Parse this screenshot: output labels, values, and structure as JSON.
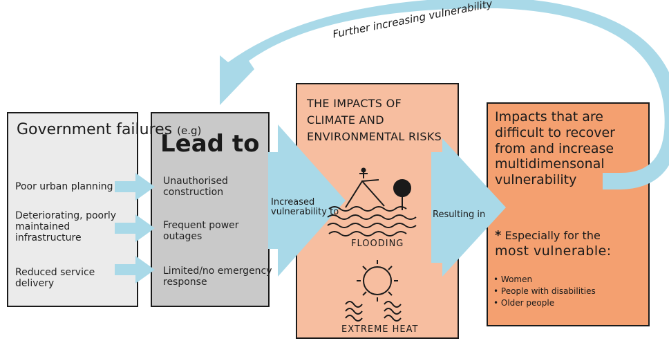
{
  "colors": {
    "arrow": "#a9d9e8",
    "gov_box": "#ebebeb",
    "lead_box": "#c9c9c9",
    "impacts_box": "#f7bea0",
    "result_box": "#f4a070"
  },
  "feedback": {
    "label": "Further increasing vulnerability"
  },
  "government": {
    "title": "Government failures",
    "eg": "(e.g)",
    "items": [
      [
        "Poor urban planning"
      ],
      [
        "Deteriorating, poorly",
        "maintained",
        "infrastructure"
      ],
      [
        "Reduced service",
        "delivery"
      ]
    ]
  },
  "lead": {
    "title": "Lead to",
    "items": [
      [
        "Unauthorised",
        "construction"
      ],
      [
        "Frequent power",
        "outages"
      ],
      [
        "Limited/no emergency",
        "response"
      ]
    ]
  },
  "connector1": [
    "Increased",
    "vulnerability to"
  ],
  "impacts": {
    "title": [
      "THE IMPACTS OF",
      "CLIMATE AND",
      "ENVIRONMENTAL RISKS"
    ],
    "flooding": "FLOODING",
    "heat": "EXTREME HEAT",
    "icons": [
      "flood-icon",
      "sun-icon"
    ]
  },
  "connector2": "Resulting in",
  "result": {
    "title": [
      "Impacts that are",
      "difficult to recover",
      "from and increase",
      "multidimensonal",
      "vulnerability"
    ],
    "note_star": "*",
    "note_line1": "Especially for the",
    "note_line2": "most vulnerable:",
    "bullets": [
      "Women",
      "People with disabilities",
      "Older people"
    ]
  }
}
